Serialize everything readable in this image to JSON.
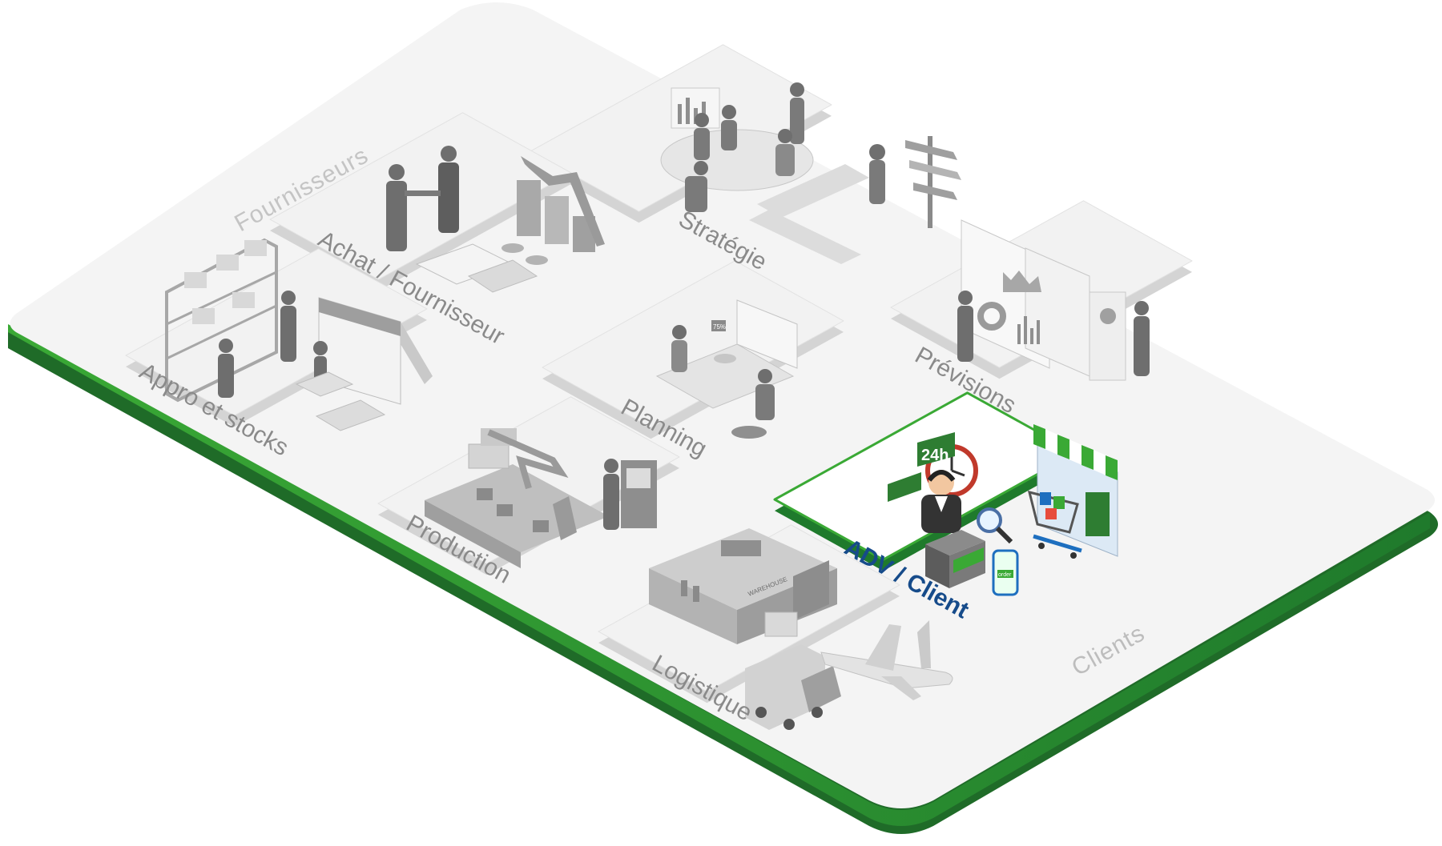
{
  "zones": {
    "suppliers": "Fournisseurs",
    "clients": "Clients"
  },
  "modules": [
    {
      "id": "achat",
      "label": "Achat / Fournisseur",
      "highlighted": false
    },
    {
      "id": "strategie",
      "label": "Stratégie",
      "highlighted": false
    },
    {
      "id": "appro",
      "label": "Appro et stocks",
      "highlighted": false
    },
    {
      "id": "planning",
      "label": "Planning",
      "highlighted": false
    },
    {
      "id": "previsions",
      "label": "Prévisions",
      "highlighted": false
    },
    {
      "id": "production",
      "label": "Production",
      "highlighted": false
    },
    {
      "id": "adv",
      "label": "ADV / Client",
      "highlighted": true
    },
    {
      "id": "logistique",
      "label": "Logistique",
      "highlighted": false
    }
  ],
  "badges": {
    "hours": "24h",
    "warehouse": "WAREHOUSE",
    "phone": "order",
    "planning_chip": "75%"
  },
  "colors": {
    "accent_green": "#3aa935",
    "dark_green": "#1f7a2c",
    "label_blue": "#164b8a",
    "label_gray": "#8a8a8a",
    "tile_top": "#f2f2f2",
    "tile_side": "#d4d4d4"
  }
}
